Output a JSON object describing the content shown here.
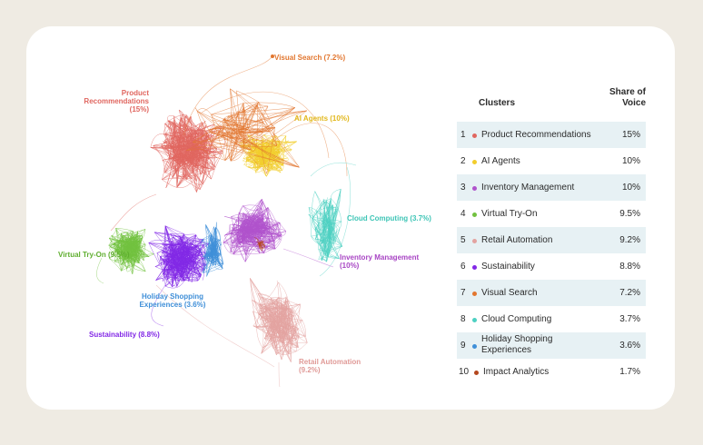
{
  "colors": {
    "product_recommendations": "#e0665f",
    "ai_agents": "#f2cd2c",
    "inventory_management": "#b053cc",
    "virtual_try_on": "#72c13f",
    "retail_automation": "#e3a3a0",
    "sustainability": "#8228e6",
    "visual_search": "#e2762f",
    "cloud_computing": "#4dd0c2",
    "holiday_shopping": "#3f8fd8",
    "impact_analytics": "#b4471e"
  },
  "graph_labels": {
    "visual_search": "Visual Search (7.2%)",
    "product_recommendations_1": "Product",
    "product_recommendations_2": "Recommendations",
    "product_recommendations_3": "(15%)",
    "ai_agents": "AI Agents (10%)",
    "cloud_computing": "Cloud Computing  (3.7%)",
    "virtual_try_on": "Virtual Try-On (9.5%)",
    "inventory_management_1": "Inventory Management",
    "inventory_management_2": "(10%)",
    "holiday_shopping_1": "Holiday Shopping",
    "holiday_shopping_2": "Experiences (3.6%)",
    "sustainability": "Sustainability (8.8%)",
    "retail_automation_1": "Retail Automation",
    "retail_automation_2": "(9.2%)"
  },
  "table": {
    "header_clusters": "Clusters",
    "header_share_1": "Share of",
    "header_share_2": "Voice",
    "rows": [
      {
        "rank": "1",
        "name": "Product Recommendations",
        "share": "15%"
      },
      {
        "rank": "2",
        "name": "AI Agents",
        "share": "10%"
      },
      {
        "rank": "3",
        "name": "Inventory Management",
        "share": "10%"
      },
      {
        "rank": "4",
        "name": "Virtual Try-On",
        "share": "9.5%"
      },
      {
        "rank": "5",
        "name": "Retail Automation",
        "share": "9.2%"
      },
      {
        "rank": "6",
        "name": "Sustainability",
        "share": "8.8%"
      },
      {
        "rank": "7",
        "name": "Visual Search",
        "share": "7.2%"
      },
      {
        "rank": "8",
        "name": "Cloud Computing",
        "share": "3.7%"
      },
      {
        "rank": "9",
        "name": "Holiday Shopping Experiences",
        "share": "3.6%"
      },
      {
        "rank": "10",
        "name": "Impact Analytics",
        "share": "1.7%"
      }
    ]
  }
}
